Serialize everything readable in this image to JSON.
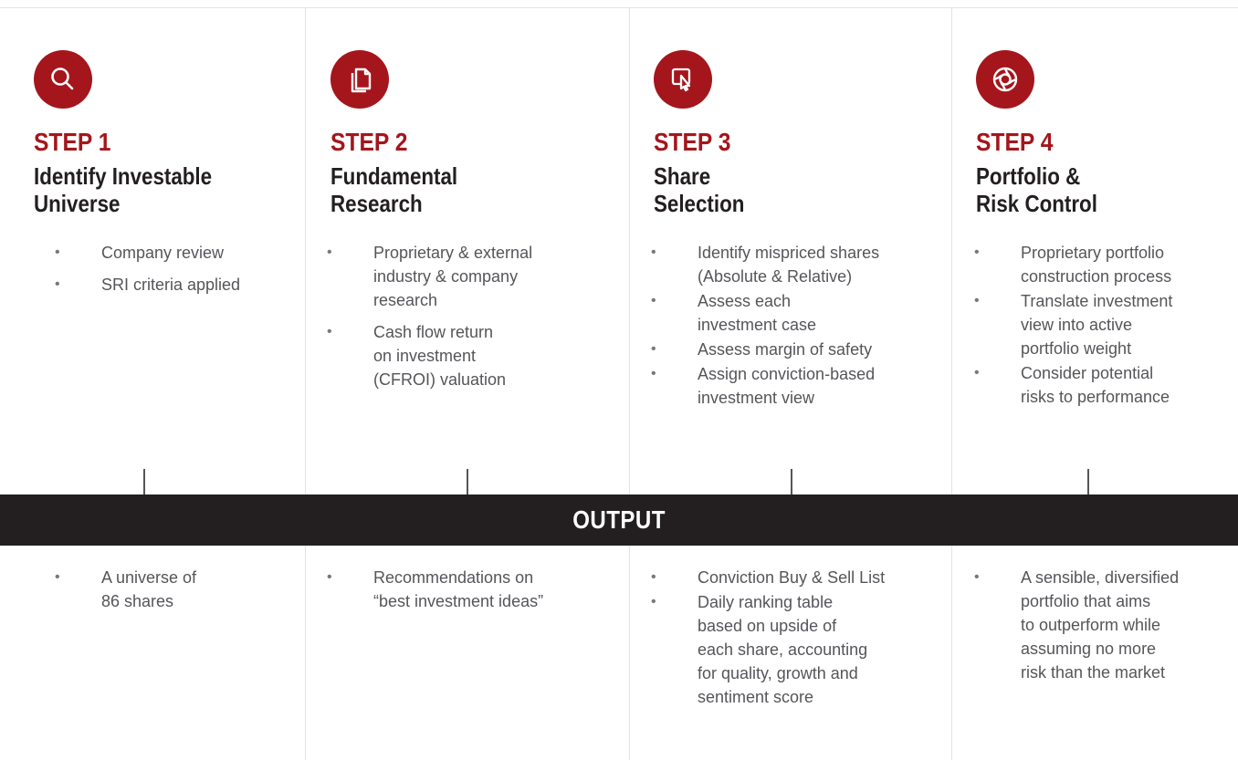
{
  "colors": {
    "accent": "#a4161c",
    "dark": "#231f20",
    "text": "#55565a"
  },
  "output_label": "OUTPUT",
  "steps": [
    {
      "icon": "search-icon",
      "step_label": "STEP 1",
      "title": "Identify Investable\nUniverse",
      "bullets": [
        "Company review",
        "SRI criteria applied"
      ],
      "outputs": [
        "A universe of\n86 shares"
      ]
    },
    {
      "icon": "document-icon",
      "step_label": "STEP 2",
      "title": "Fundamental\nResearch",
      "bullets": [
        "Proprietary & external\nindustry & company\nresearch",
        "Cash flow return\non investment\n(CFROI) valuation"
      ],
      "outputs": [
        "Recommendations on\n“best investment ideas”"
      ]
    },
    {
      "icon": "touch-select-icon",
      "step_label": "STEP 3",
      "title": "Share\nSelection",
      "bullets": [
        "Identify mispriced shares\n(Absolute & Relative)",
        "Assess each\ninvestment case",
        "Assess margin of safety",
        "Assign conviction-based\ninvestment view"
      ],
      "outputs": [
        "Conviction Buy & Sell List",
        "Daily ranking table\nbased on upside of\neach share, accounting\nfor quality, growth and\nsentiment score"
      ]
    },
    {
      "icon": "lifebuoy-icon",
      "step_label": "STEP 4",
      "title": "Portfolio &\nRisk Control",
      "bullets": [
        "Proprietary portfolio\nconstruction process",
        "Translate investment\nview into active\nportfolio weight",
        "Consider potential\nrisks to performance"
      ],
      "outputs": [
        "A sensible, diversified\nportfolio that aims\nto outperform while\nassuming no more\nrisk than the market"
      ]
    }
  ]
}
